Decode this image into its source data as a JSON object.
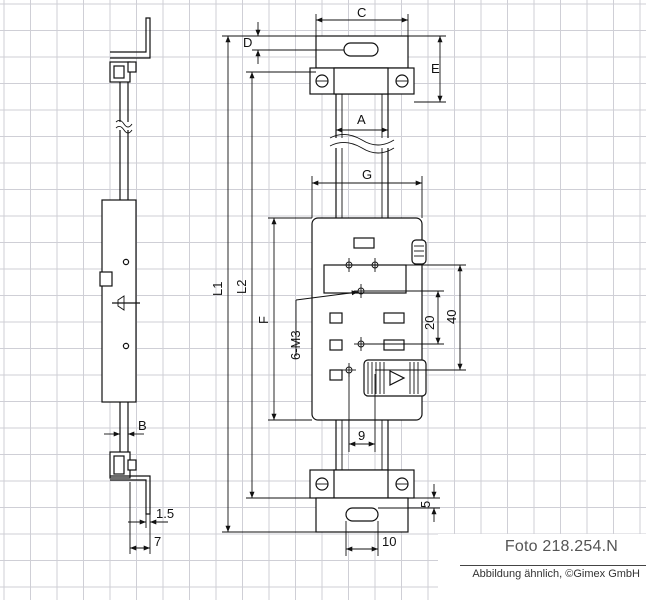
{
  "dimensions": {
    "C": "C",
    "D": "D",
    "E": "E",
    "A": "A",
    "G": "G",
    "L1": "L1",
    "L2": "L2",
    "F": "F",
    "thread": "6-M3",
    "d20": "20",
    "d40": "40",
    "d9": "9",
    "B": "B",
    "d5": "5",
    "d1_5": "1.5",
    "d7": "7",
    "d10": "10"
  },
  "footer": {
    "photo_ref": "Foto 218.254.N",
    "credit": "Abbildung ähnlich, ©Gimex GmbH"
  }
}
